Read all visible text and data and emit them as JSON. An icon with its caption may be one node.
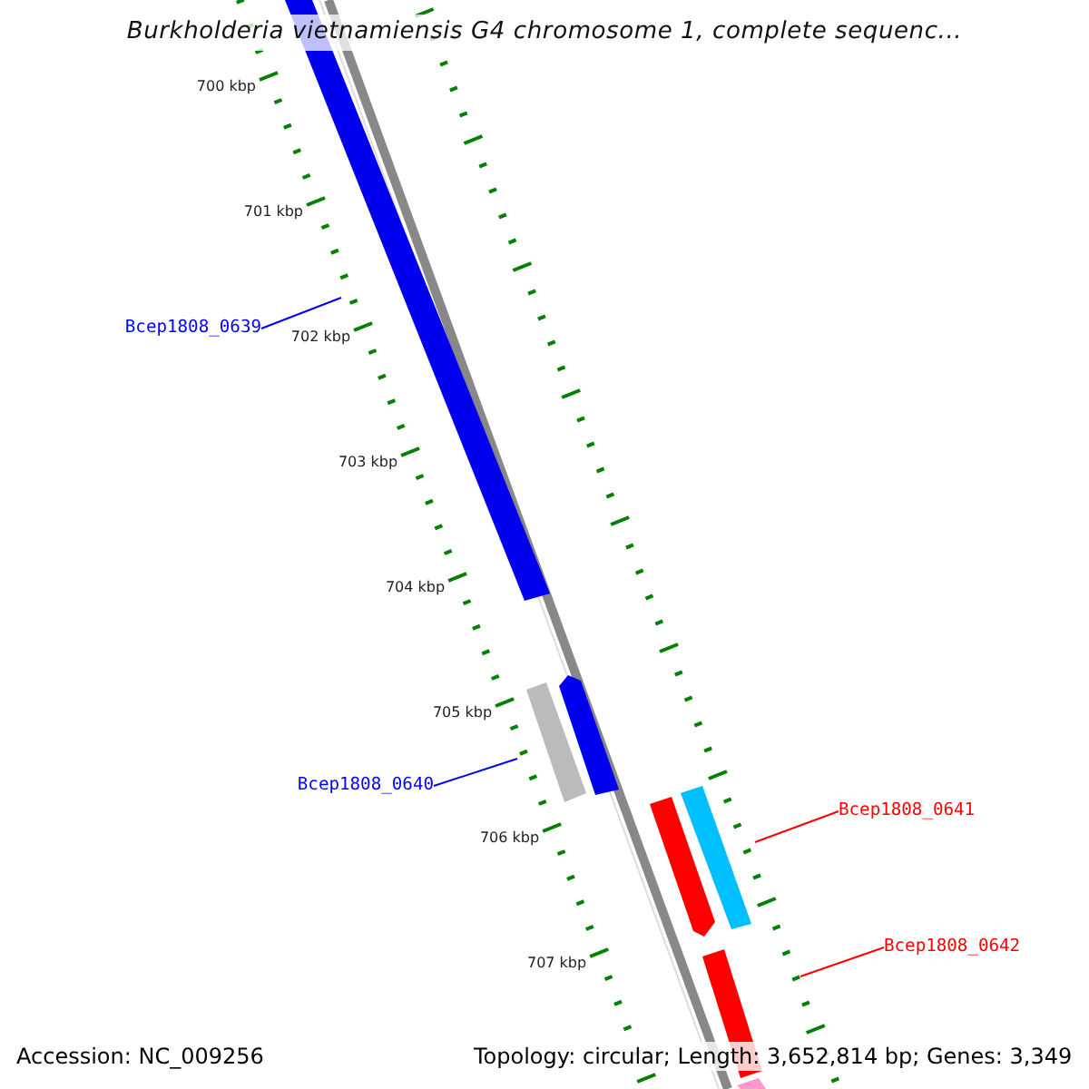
{
  "diagram": {
    "title": "Burkholderia vietnamiensis G4 chromosome 1, complete sequenc...",
    "nodes": [
      {
        "text": [
          "Bcep1808_0639"
        ]
      },
      {
        "text": [
          "Bcep1808_0640"
        ]
      },
      {
        "text": [
          "Bcep1808_0641"
        ]
      },
      {
        "text": [
          "Bcep1808_0642"
        ]
      }
    ],
    "edges": [
      {
        "from": 0,
        "to": null,
        "arrow": "none",
        "color": "#0000ff"
      },
      {
        "from": 1,
        "to": null,
        "arrow": "none",
        "color": "#0000ff"
      },
      {
        "from": 2,
        "to": null,
        "arrow": "none",
        "color": "#ff0000"
      },
      {
        "from": 3,
        "to": null,
        "arrow": "none",
        "color": "#ff0000"
      }
    ],
    "labels": [
      "700 kbp",
      "701 kbp",
      "702 kbp",
      "703 kbp",
      "704 kbp",
      "705 kbp",
      "706 kbp",
      "707 kbp",
      "Accession: NC_009256",
      "Topology: circular; Length: 3,652,814 bp; Genes: 3,349"
    ]
  }
}
